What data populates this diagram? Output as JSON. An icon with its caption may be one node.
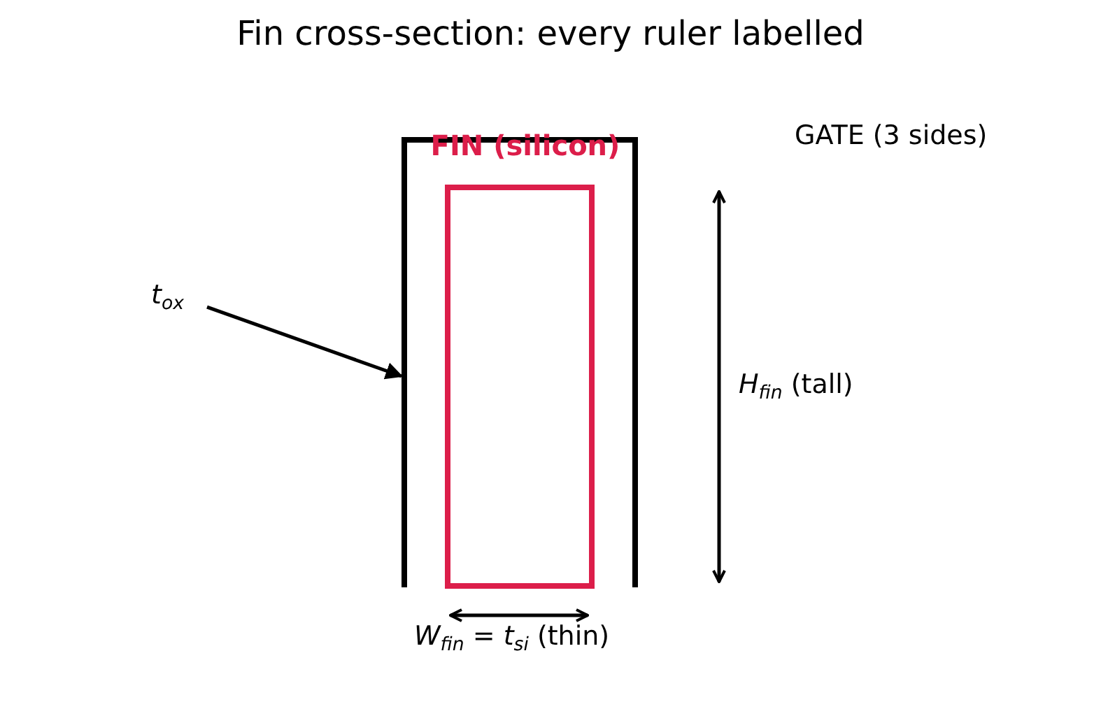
{
  "diagram": {
    "title": "Fin cross-section: every ruler labelled",
    "nodes": [
      {
        "text": [],
        "shape": "box"
      },
      {
        "text": [
          "FIN (silicon)"
        ],
        "in": 0
      },
      {
        "text": [
          "t$_{ox}$"
        ]
      }
    ],
    "edges": [
      {
        "from": 2,
        "to": 0,
        "arrow": "to"
      }
    ],
    "labels": [
      "GATE (3 sides)",
      "*H*$_{fin}$ (tall)",
      "*W*$_{fin}$ = *t*$_{si}$ (thin)"
    ]
  }
}
